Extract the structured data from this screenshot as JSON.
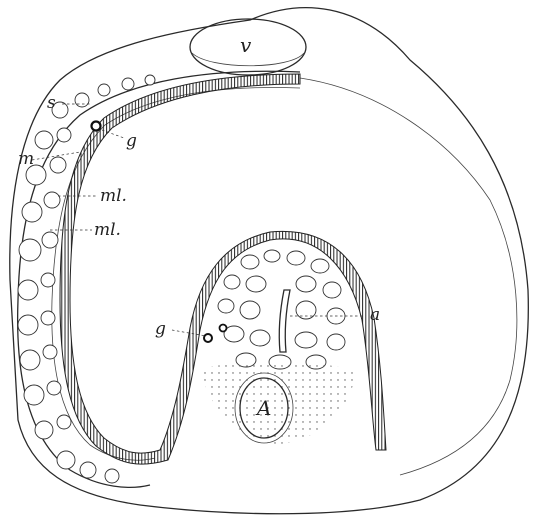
{
  "labels": {
    "v": "v",
    "s": "s",
    "g_upper": "g",
    "m": "m",
    "ml_1": "ml.",
    "ml_2": "ml.",
    "g_lower": "g",
    "a": "a",
    "A": "A"
  }
}
